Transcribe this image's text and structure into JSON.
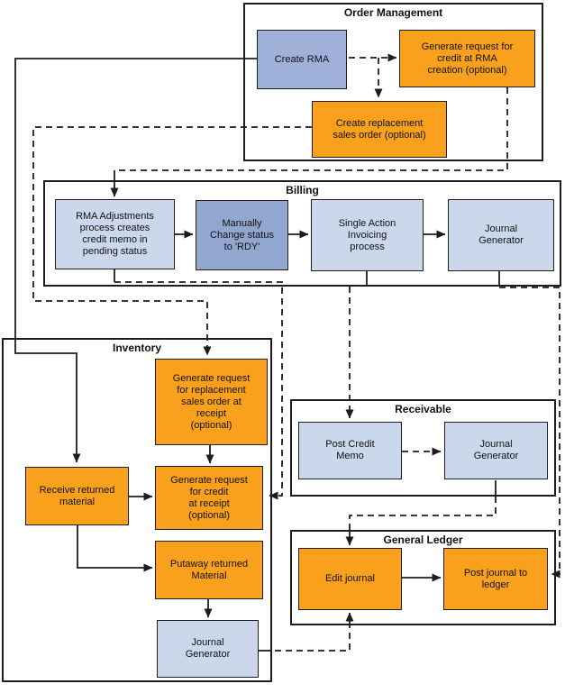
{
  "diagram": {
    "colors": {
      "orange": "#F9A11C",
      "light_blue": "#CBD8EB",
      "medium_blue": "#9FB1D8",
      "dark_blue": "#92A7D0",
      "line": "#1d1d1d",
      "text": "#111111"
    },
    "lanes": {
      "order_management": {
        "title": "Order Management",
        "nodes": {
          "create_rma": "Create RMA",
          "gen_credit_rma": "Generate request for\ncredit at RMA\ncreation (optional)",
          "create_replacement": "Create replacement\nsales order (optional)"
        }
      },
      "billing": {
        "title": "Billing",
        "nodes": {
          "rma_adjustments": "RMA Adjustments\nprocess creates\ncredit memo in\npending status",
          "change_status": "Manually\nChange status\nto 'RDY'",
          "single_action": "Single Action\nInvoicing\nprocess",
          "journal_generator": "Journal\nGenerator"
        }
      },
      "inventory": {
        "title": "Inventory",
        "nodes": {
          "gen_replacement_receipt": "Generate request\nfor replacement\nsales order at\nreceipt\n(optional)",
          "receive_returned": "Receive returned\nmaterial",
          "gen_credit_receipt": "Generate request\nfor credit\nat receipt\n(optional)",
          "putaway": "Putaway returned\nMaterial",
          "journal_generator": "Journal\nGenerator"
        }
      },
      "receivable": {
        "title": "Receivable",
        "nodes": {
          "post_credit_memo": "Post Credit\nMemo",
          "journal_generator": "Journal\nGenerator"
        }
      },
      "general_ledger": {
        "title": "General Ledger",
        "nodes": {
          "edit_journal": "Edit journal",
          "post_journal": "Post journal to\nledger"
        }
      }
    }
  }
}
